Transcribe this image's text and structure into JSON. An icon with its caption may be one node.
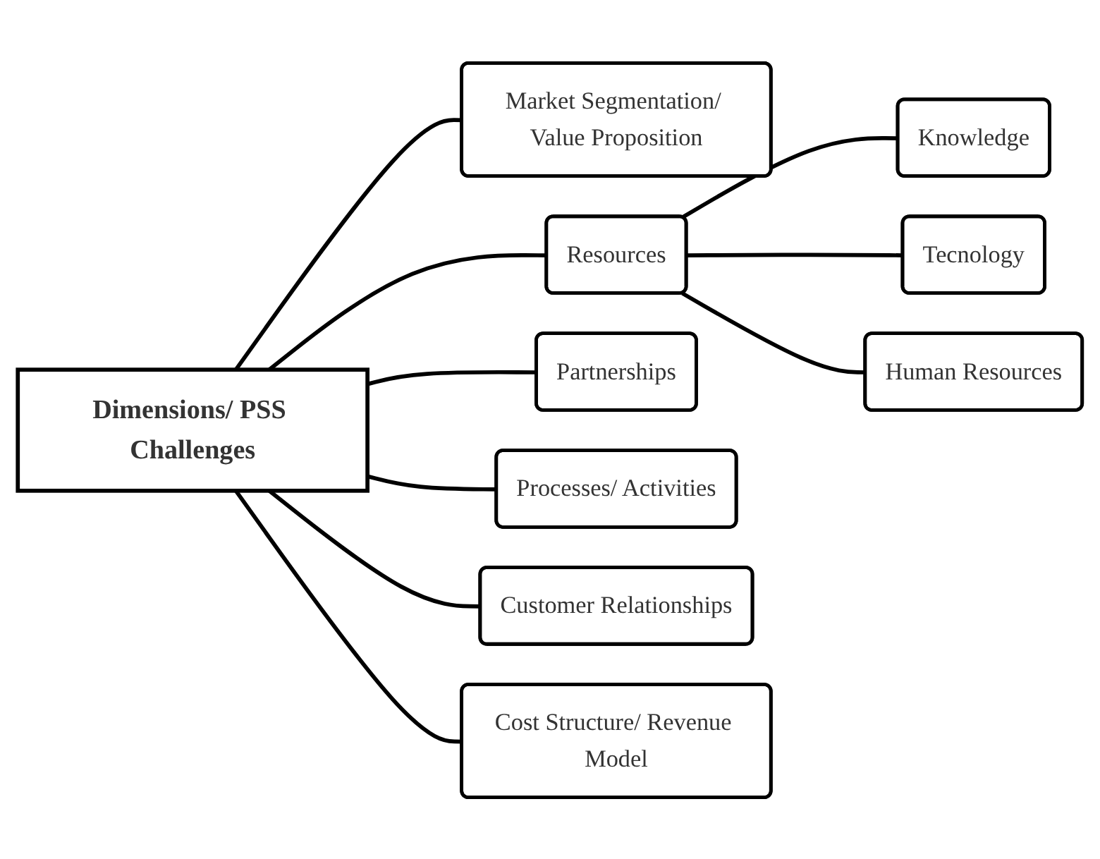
{
  "diagram": {
    "nodes": [
      {
        "text": [
          "Dimensions/ PSS Challenges"
        ]
      },
      {
        "text": [
          "Market Segmentation/ Value Proposition"
        ]
      },
      {
        "text": [
          "Resources"
        ]
      },
      {
        "text": [
          "Partnerships"
        ]
      },
      {
        "text": [
          "Processes/ Activities"
        ]
      },
      {
        "text": [
          "Customer Relationships"
        ]
      },
      {
        "text": [
          "Cost Structure/ Revenue Model"
        ]
      },
      {
        "text": [
          "Knowledge"
        ]
      },
      {
        "text": [
          "Tecnology"
        ]
      },
      {
        "text": [
          "Human Resources"
        ]
      }
    ],
    "edges": [
      {
        "from": 0,
        "to": 1,
        "arrow": "none"
      },
      {
        "from": 0,
        "to": 2,
        "arrow": "none"
      },
      {
        "from": 0,
        "to": 3,
        "arrow": "none"
      },
      {
        "from": 0,
        "to": 4,
        "arrow": "none"
      },
      {
        "from": 0,
        "to": 5,
        "arrow": "none"
      },
      {
        "from": 0,
        "to": 6,
        "arrow": "none"
      },
      {
        "from": 2,
        "to": 7,
        "arrow": "none"
      },
      {
        "from": 2,
        "to": 8,
        "arrow": "none"
      },
      {
        "from": 2,
        "to": 9,
        "arrow": "none"
      }
    ]
  }
}
